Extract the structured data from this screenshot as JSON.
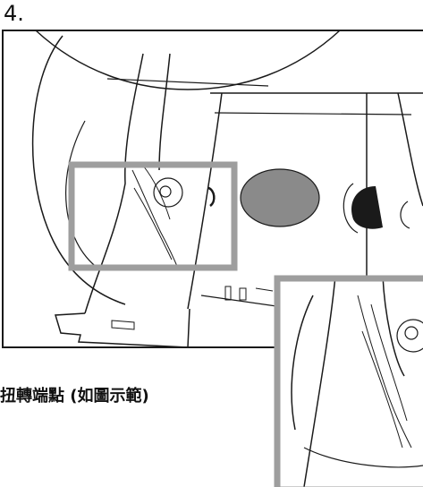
{
  "step": {
    "number": "4."
  },
  "caption": {
    "text": "扭轉端點 (如圖示範)"
  },
  "colors": {
    "line": "#1a1a1a",
    "highlight_box": "#9e9e9e",
    "grey_pad": "#8a8a8a",
    "dark_hole": "#1a1a1a",
    "background": "#ffffff"
  },
  "icons": {
    "highlight": "highlight-box",
    "zoom": "zoom-inset"
  }
}
